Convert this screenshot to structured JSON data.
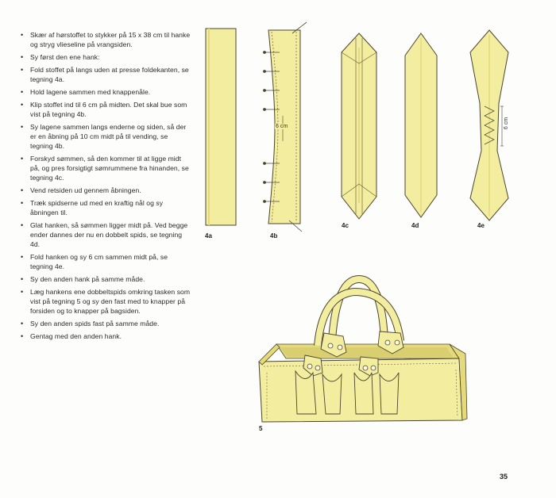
{
  "instructions": [
    "Skær af hørstoffet to stykker på 15 x 38 cm til hanke og stryg vlieseline på vrangsiden.",
    "Sy først den ene hank:",
    "Fold stoffet på langs uden at presse foldekanten, se tegning 4a.",
    "Hold lagene sammen med knappenåle.",
    "Klip stoffet ind til 6 cm på midten. Det skal bue som vist på tegning 4b.",
    "Sy lagene sammen langs enderne og siden, så der er en åbning på 10 cm midt på til vending, se tegning 4b.",
    "Forskyd sømmen, så den kommer til at ligge midt på, og pres forsigtigt sømrummene fra hinanden, se tegning 4c.",
    "Vend retsiden ud gennem åbningen.",
    "Træk spidserne ud med en kraftig nål og sy åbningen til.",
    "Glat hanken, så sømmen ligger midt på. Ved begge ender dannes der nu en dobbelt spids, se tegning 4d.",
    "Fold hanken og sy 6 cm sammen midt på, se tegning 4e.",
    "Sy den anden hank på samme måde.",
    "Læg hankens ene dobbeltspids omkring tasken som vist på tegning 5 og sy den fast med to knapper på forsiden og to knapper på bagsiden.",
    "Sy den anden spids fast på samme måde.",
    "Gentag med den anden hank."
  ],
  "bullet_symbol": "•",
  "figures": {
    "fig_4a": "4a",
    "fig_4b": "4b",
    "fig_4c": "4c",
    "fig_4d": "4d",
    "fig_4e": "4e",
    "fig_5": "5"
  },
  "measure_4b": "6 cm",
  "measure_4e": "6 cm",
  "page_number": "35",
  "colors": {
    "fabric": "#f3eda0",
    "fabric_shade": "#e4da7c",
    "outline": "#4a4530",
    "stitch": "#6b6440"
  }
}
